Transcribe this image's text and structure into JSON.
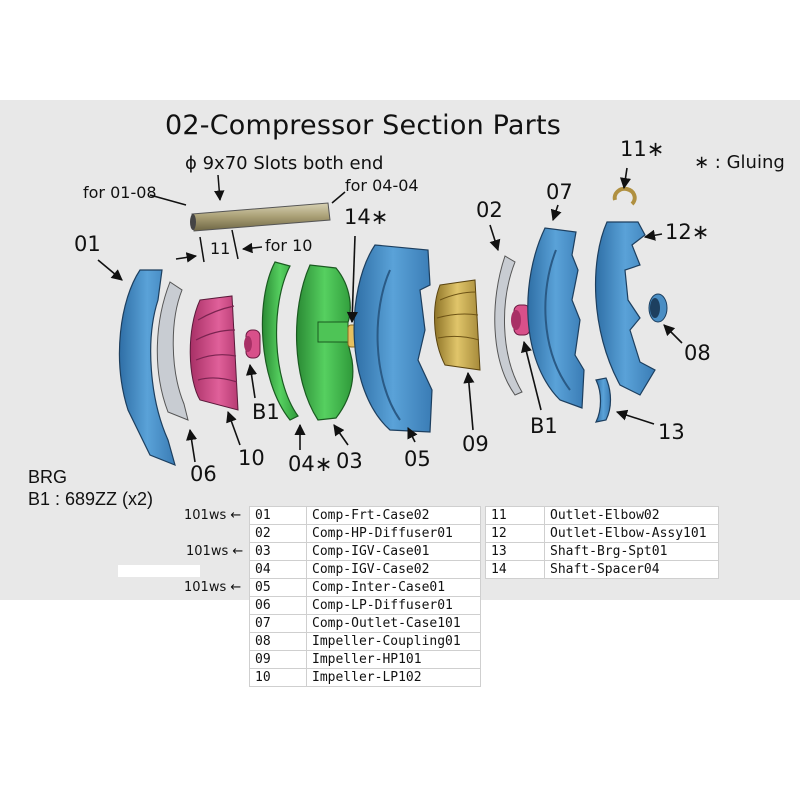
{
  "title": "02-Compressor Section Parts",
  "legend_note": "∗ : Gluing",
  "shaft": {
    "spec": "ϕ 9x70 Slots both end",
    "for_left": "for 01-08",
    "for_right": "for 04-04",
    "segment_label": "11",
    "for_segment": "for 10"
  },
  "callouts": {
    "c01": "01",
    "c02": "02",
    "c03": "03",
    "c04": "04∗",
    "c05": "05",
    "c06": "06",
    "c07": "07",
    "c08": "08",
    "c09": "09",
    "c10": "10",
    "c11": "11∗",
    "c12": "12∗",
    "c13": "13",
    "c14": "14∗",
    "b1_left": "B1",
    "b1_right": "B1"
  },
  "bearing": {
    "heading": "BRG",
    "spec": "B1 : 689ZZ (x2)"
  },
  "ws_notes": [
    {
      "row": "01",
      "text": "101ws ←"
    },
    {
      "row": "03",
      "text": "101ws ←"
    },
    {
      "row": "05",
      "text": "101ws ←"
    }
  ],
  "parts_table_1": [
    {
      "no": "01",
      "name": "Comp-Frt-Case02"
    },
    {
      "no": "02",
      "name": "Comp-HP-Diffuser01"
    },
    {
      "no": "03",
      "name": "Comp-IGV-Case01"
    },
    {
      "no": "04",
      "name": "Comp-IGV-Case02"
    },
    {
      "no": "05",
      "name": "Comp-Inter-Case01"
    },
    {
      "no": "06",
      "name": "Comp-LP-Diffuser01"
    },
    {
      "no": "07",
      "name": "Comp-Outlet-Case101"
    },
    {
      "no": "08",
      "name": "Impeller-Coupling01"
    },
    {
      "no": "09",
      "name": "Impeller-HP101"
    },
    {
      "no": "10",
      "name": "Impeller-LP102"
    }
  ],
  "parts_table_2": [
    {
      "no": "11",
      "name": "Outlet-Elbow02"
    },
    {
      "no": "12",
      "name": "Outlet-Elbow-Assy101"
    },
    {
      "no": "13",
      "name": "Shaft-Brg-Spt01"
    },
    {
      "no": "14",
      "name": "Shaft-Spacer04"
    }
  ],
  "colors": {
    "panel": "#e8e8e8",
    "case_blue": "#4a8ec4",
    "impeller_pink": "#d8508a",
    "igv_green": "#3fbf4a",
    "impeller_gold": "#c9a84a",
    "diffuser_gray": "#c8ccd2",
    "shaft_tan": "#b7ac84"
  }
}
